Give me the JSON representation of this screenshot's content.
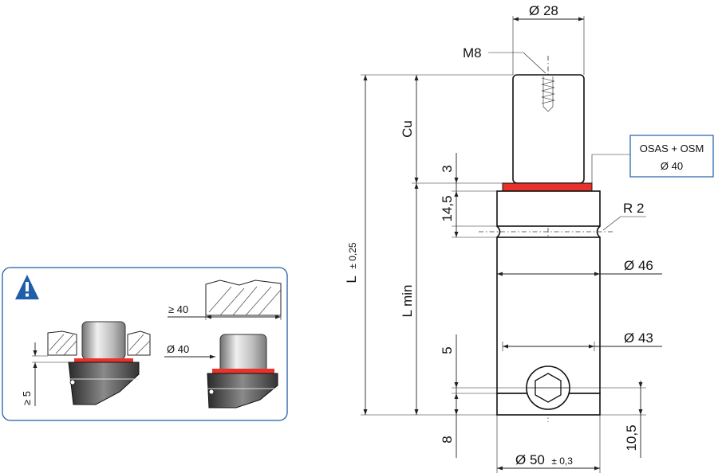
{
  "drawing": {
    "d_top": "Ø 28",
    "thread": "M8",
    "cu": "Cu",
    "d_3": "3",
    "d_14_5": "14,5",
    "l_total": "L",
    "l_total_tol": "± 0,25",
    "l_min": "L min",
    "r2": "R 2",
    "d_46": "Ø 46",
    "d_43": "Ø 43",
    "d_5": "5",
    "d_8": "8",
    "d_10_5": "10,5",
    "d_50": "Ø 50",
    "d_50_tol": "± 0,3",
    "callout_line1": "OSAS + OSM",
    "callout_line2": "Ø 40"
  },
  "inset": {
    "ge_5": "≥ 5",
    "ge_40": "≥ 40",
    "d_40": "Ø 40"
  },
  "colors": {
    "seal_red": "#e8322a",
    "frame_blue": "#1f5ea8",
    "warning_blue": "#1f5ea8"
  },
  "icons": [
    "warning-icon"
  ]
}
